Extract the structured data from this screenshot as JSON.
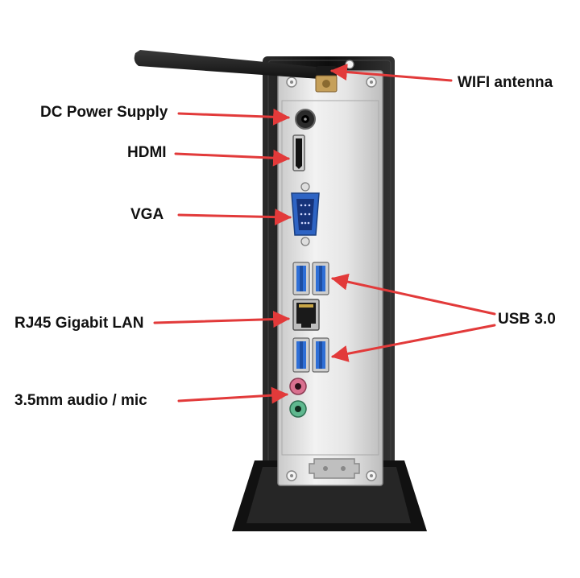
{
  "labels": {
    "wifi": "WIFI antenna",
    "dc_power": "DC Power Supply",
    "hdmi": "HDMI",
    "vga": "VGA",
    "usb": "USB 3.0",
    "lan": "RJ45 Gigabit LAN",
    "audio": "3.5mm audio / mic"
  },
  "colors": {
    "arrow": "#e23a3a",
    "case": "#141414",
    "panel": "#d8d8d8",
    "usb_blue": "#2f6fd6",
    "vga_blue": "#2e64c4",
    "audio_pink": "#d9708f",
    "audio_green": "#5fb88f"
  }
}
